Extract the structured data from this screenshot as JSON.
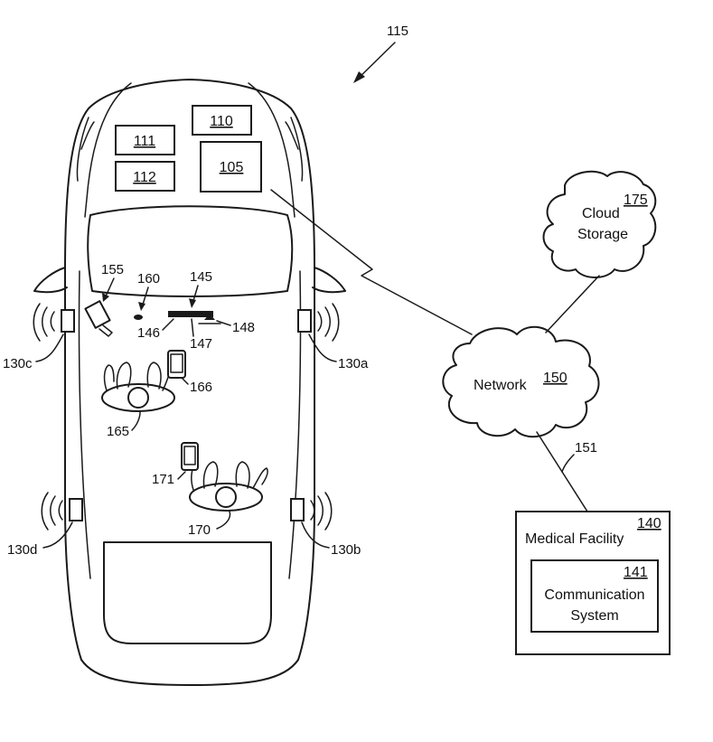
{
  "figure_label": "115",
  "vehicle": {
    "boxes": [
      "110",
      "111",
      "112",
      "105"
    ],
    "cameras": {
      "camera_155": "155",
      "sensor_160": "160",
      "display_145": "145"
    },
    "display_parts": {
      "part_146": "146",
      "part_147": "147",
      "part_148": "148"
    },
    "speakers": {
      "front_right": "130a",
      "front_left": "130c",
      "rear_right": "130b",
      "rear_left": "130d"
    },
    "occupants": {
      "driver": "165",
      "passenger": "170"
    },
    "devices": {
      "driver_device": "166",
      "passenger_device": "171"
    }
  },
  "cloud_storage": {
    "ref": "175",
    "line1": "Cloud",
    "line2": "Storage"
  },
  "network": {
    "ref": "150",
    "label": "Network"
  },
  "link_ref": "151",
  "medical_facility": {
    "ref": "140",
    "label": "Medical Facility"
  },
  "communication_system": {
    "ref": "141",
    "line1": "Communication",
    "line2": "System"
  }
}
